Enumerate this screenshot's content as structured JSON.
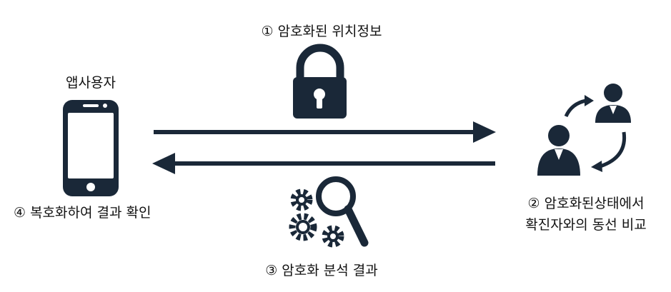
{
  "labels": {
    "step1": "① 암호화된 위치정보",
    "user": "앱사용자",
    "step4": "④ 복호화하여 결과 확인",
    "step2_line1": "② 암호화된상태에서",
    "step2_line2": "확진자와의 동선 비교",
    "step3": "③ 암호화 분석 결과"
  },
  "icons": [
    "smartphone-icon",
    "padlock-icon",
    "gears-magnifier-icon",
    "people-exchange-icon"
  ],
  "colors": {
    "ink": "#1a2838",
    "text": "#111111"
  }
}
